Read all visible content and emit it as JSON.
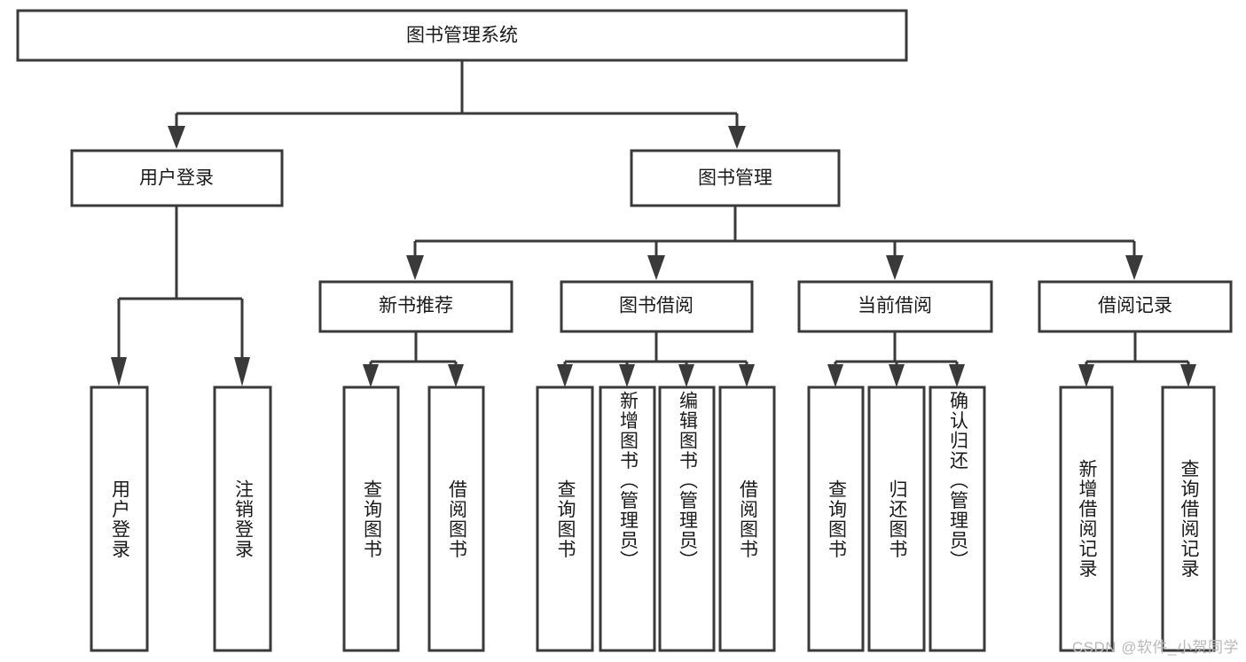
{
  "diagram": {
    "type": "tree",
    "title": "图书管理系统",
    "watermark": "CSDN @软件_小贺同学",
    "colors": {
      "stroke": "#3a3a3a",
      "fill": "#ffffff",
      "text": "#1a1a1a",
      "watermark": "#b9b9b9",
      "background": "#ffffff"
    },
    "root": {
      "label": "图书管理系统"
    },
    "level2": [
      {
        "label": "用户登录"
      },
      {
        "label": "图书管理"
      }
    ],
    "level3": [
      {
        "label": "新书推荐"
      },
      {
        "label": "图书借阅"
      },
      {
        "label": "当前借阅"
      },
      {
        "label": "借阅记录"
      }
    ],
    "leaves": {
      "user_login": [
        {
          "label": "用户登录"
        },
        {
          "label": "注销登录"
        }
      ],
      "new_book_recommend": [
        {
          "label": "查询图书"
        },
        {
          "label": "借阅图书"
        }
      ],
      "book_borrow": [
        {
          "label": "查询图书"
        },
        {
          "label": "新增图书（管理员）"
        },
        {
          "label": "编辑图书（管理员）"
        },
        {
          "label": "借阅图书"
        }
      ],
      "current_borrow": [
        {
          "label": "查询图书"
        },
        {
          "label": "归还图书"
        },
        {
          "label": "确认归还（管理员）"
        }
      ],
      "borrow_record": [
        {
          "label": "新增借阅记录"
        },
        {
          "label": "查询借阅记录"
        }
      ]
    }
  }
}
